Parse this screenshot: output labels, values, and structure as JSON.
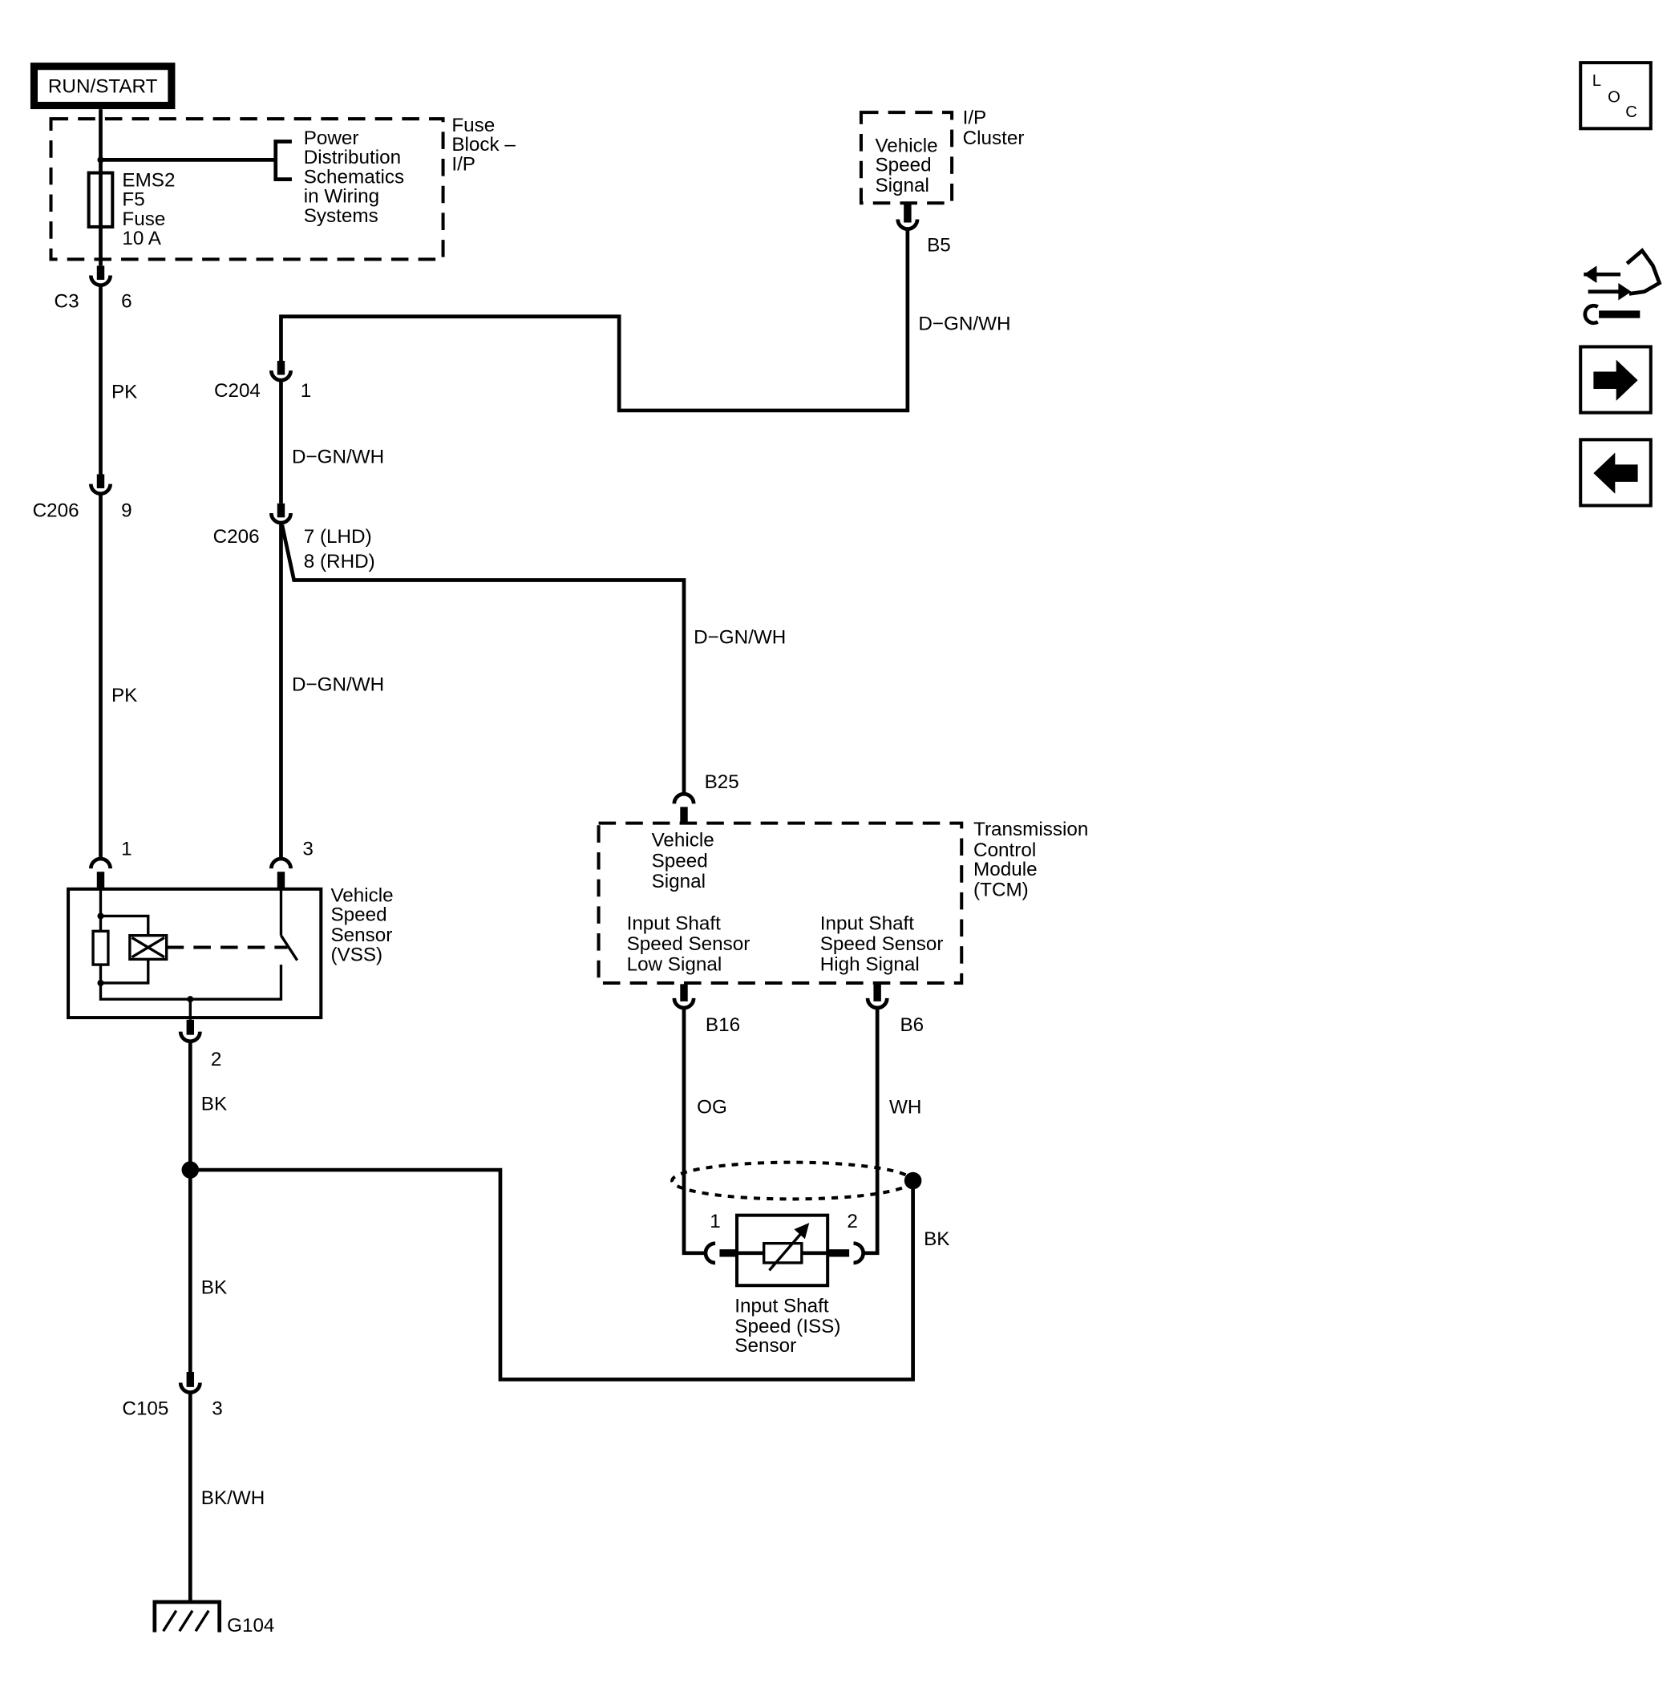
{
  "colors": {
    "ink": "#000000",
    "paper": "#ffffff"
  },
  "power_mode": "RUN/START",
  "fuse_block": {
    "label": [
      "Fuse",
      "Block –",
      "I/P"
    ],
    "fuse": [
      "EMS2",
      "F5",
      "Fuse",
      "10 A"
    ],
    "reference": [
      "Power",
      "Distribution",
      "Schematics",
      "in Wiring",
      "Systems"
    ]
  },
  "ip_cluster": {
    "label": [
      "I/P",
      "Cluster"
    ],
    "circuit": [
      "Vehicle",
      "Speed",
      "Signal"
    ],
    "connector": "B5"
  },
  "connectors": {
    "c3": {
      "name": "C3",
      "pin": "6"
    },
    "c206_pk": {
      "name": "C206",
      "pin": "9"
    },
    "c204": {
      "name": "C204",
      "pin": "1"
    },
    "c206_signal": {
      "name": "C206",
      "pins": [
        "7 (LHD)",
        "8 (RHD)"
      ]
    },
    "c105": {
      "name": "C105",
      "pin": "3"
    }
  },
  "wires": {
    "pk_c3_to_c206": "PK",
    "pk_c206_to_vss": "PK",
    "cluster_signal": "D−GN/WH",
    "c204_to_c206": "D−GN/WH",
    "c206_to_vss": "D−GN/WH",
    "c206_to_tcm": "D−GN/WH",
    "iss_low": "OG",
    "iss_high": "WH",
    "vss_ground": "BK",
    "splice_to_c105": "BK",
    "iss_shield_drain": "BK",
    "c105_to_ground": "BK/WH"
  },
  "vss": {
    "label": [
      "Vehicle",
      "Speed",
      "Sensor",
      "(VSS)"
    ],
    "pins": {
      "power": "1",
      "signal": "3",
      "ground": "2"
    }
  },
  "tcm": {
    "label": [
      "Transmission",
      "Control",
      "Module",
      "(TCM)"
    ],
    "vss_input": [
      "Vehicle",
      "Speed",
      "Signal"
    ],
    "iss_low_input": [
      "Input Shaft",
      "Speed Sensor",
      "Low Signal"
    ],
    "iss_high_input": [
      "Input Shaft",
      "Speed Sensor",
      "High Signal"
    ],
    "connectors": {
      "vss": "B25",
      "iss_low": "B16",
      "iss_high": "B6"
    }
  },
  "iss": {
    "label": [
      "Input Shaft",
      "Speed (ISS)",
      "Sensor"
    ],
    "pins": [
      "1",
      "2"
    ]
  },
  "ground": "G104",
  "nav": {
    "loc_letters": [
      "L",
      "O",
      "C"
    ],
    "icons": [
      "location-icon",
      "connector-wrench-icon",
      "next-page-icon",
      "previous-page-icon"
    ]
  }
}
